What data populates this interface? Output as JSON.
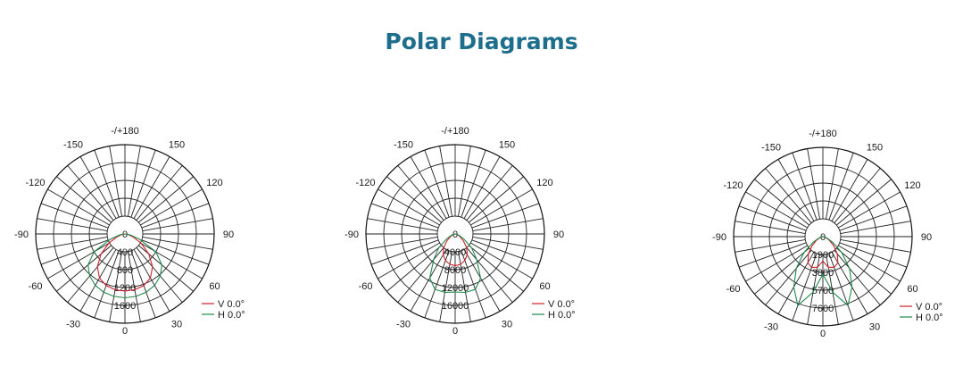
{
  "title": "Polar Diagrams",
  "colors": {
    "title": "#1d6e8c",
    "V": "#d0202a",
    "H": "#1f8a4c",
    "grid": "#222222"
  },
  "chart_data": [
    {
      "type": "polar",
      "angle_labels": [
        {
          "angle": 180,
          "text": "-/+180"
        },
        {
          "angle": -150,
          "text": "-150"
        },
        {
          "angle": 150,
          "text": "150"
        },
        {
          "angle": -120,
          "text": "-120"
        },
        {
          "angle": 120,
          "text": "120"
        },
        {
          "angle": -90,
          "text": "-90"
        },
        {
          "angle": 90,
          "text": "90"
        },
        {
          "angle": -60,
          "text": "-60"
        },
        {
          "angle": 60,
          "text": "60"
        },
        {
          "angle": -30,
          "text": "-30"
        },
        {
          "angle": 30,
          "text": "30"
        },
        {
          "angle": 0,
          "text": "0"
        }
      ],
      "radial_ticks": [
        0,
        400,
        800,
        1200,
        1600
      ],
      "rmax": 2000,
      "legend": [
        "V 0.0°",
        "H 0.0°"
      ],
      "series": [
        {
          "name": "V 0.0°",
          "angles": [
            -80,
            -70,
            -60,
            -50,
            -40,
            -30,
            -20,
            -10,
            0,
            10,
            20,
            30,
            40,
            50,
            60,
            70,
            80
          ],
          "values": [
            80,
            190,
            420,
            700,
            960,
            1140,
            1230,
            1270,
            1280,
            1270,
            1230,
            1140,
            960,
            700,
            420,
            190,
            80
          ]
        },
        {
          "name": "H 0.0°",
          "angles": [
            -80,
            -70,
            -60,
            -50,
            -40,
            -30,
            -20,
            -10,
            0,
            10,
            20,
            30,
            40,
            50,
            60,
            70,
            80
          ],
          "values": [
            120,
            350,
            800,
            1080,
            1230,
            1330,
            1390,
            1420,
            1430,
            1420,
            1390,
            1330,
            1230,
            1080,
            800,
            350,
            120
          ]
        }
      ]
    },
    {
      "type": "polar",
      "angle_labels": [
        {
          "angle": 180,
          "text": "-/+180"
        },
        {
          "angle": -150,
          "text": "-150"
        },
        {
          "angle": 150,
          "text": "150"
        },
        {
          "angle": -120,
          "text": "-120"
        },
        {
          "angle": 120,
          "text": "120"
        },
        {
          "angle": -90,
          "text": "-90"
        },
        {
          "angle": 90,
          "text": "90"
        },
        {
          "angle": -60,
          "text": "-60"
        },
        {
          "angle": 60,
          "text": "60"
        },
        {
          "angle": -30,
          "text": "-30"
        },
        {
          "angle": 30,
          "text": "30"
        },
        {
          "angle": 0,
          "text": "0"
        }
      ],
      "radial_ticks": [
        0,
        4000,
        8000,
        12000,
        16000
      ],
      "rmax": 20000,
      "legend": [
        "V 0.0°",
        "H 0.0°"
      ],
      "series": [
        {
          "name": "V 0.0°",
          "angles": [
            -80,
            -70,
            -60,
            -50,
            -40,
            -30,
            -20,
            -10,
            0,
            10,
            20,
            30,
            40,
            50,
            60,
            70,
            80
          ],
          "values": [
            300,
            700,
            1300,
            2400,
            4000,
            5400,
            6300,
            6900,
            7100,
            6900,
            6300,
            5400,
            4000,
            2400,
            1300,
            700,
            300
          ]
        },
        {
          "name": "H 0.0°",
          "angles": [
            -80,
            -70,
            -60,
            -50,
            -40,
            -30,
            -20,
            -10,
            0,
            10,
            20,
            30,
            40,
            50,
            60,
            70,
            80
          ],
          "values": [
            400,
            1000,
            2200,
            4800,
            7500,
            11400,
            13200,
            13300,
            13000,
            13300,
            13200,
            11400,
            7500,
            4800,
            2200,
            1000,
            400
          ]
        }
      ]
    },
    {
      "type": "polar",
      "angle_labels": [
        {
          "angle": 180,
          "text": "-/+180"
        },
        {
          "angle": -150,
          "text": "-150"
        },
        {
          "angle": 150,
          "text": "150"
        },
        {
          "angle": -120,
          "text": "-120"
        },
        {
          "angle": 120,
          "text": "120"
        },
        {
          "angle": -90,
          "text": "-90"
        },
        {
          "angle": 90,
          "text": "90"
        },
        {
          "angle": -60,
          "text": "-60"
        },
        {
          "angle": 60,
          "text": "60"
        },
        {
          "angle": -30,
          "text": "-30"
        },
        {
          "angle": 30,
          "text": "30"
        },
        {
          "angle": 0,
          "text": "0"
        }
      ],
      "radial_ticks": [
        0,
        1900,
        3800,
        5700,
        7600
      ],
      "radial_tick_labels": [
        "0",
        "1900",
        "3800",
        "5700",
        "7600"
      ],
      "rmax": 9500,
      "legend": [
        "V 0.0°",
        "H 0.0°"
      ],
      "series": [
        {
          "name": "V 0.0°",
          "angles": [
            -80,
            -70,
            -60,
            -50,
            -40,
            -30,
            -20,
            -10,
            0,
            10,
            20,
            30,
            40,
            50,
            60,
            70,
            80
          ],
          "values": [
            150,
            380,
            800,
            1500,
            2400,
            3200,
            3500,
            3300,
            2600,
            3300,
            3500,
            3200,
            2400,
            1500,
            800,
            380,
            150
          ]
        },
        {
          "name": "H 0.0°",
          "angles": [
            -80,
            -70,
            -60,
            -50,
            -40,
            -30,
            -20,
            -10,
            0,
            10,
            20,
            30,
            40,
            50,
            60,
            70,
            80
          ],
          "values": [
            200,
            500,
            1200,
            2600,
            4400,
            6200,
            7800,
            6000,
            4000,
            6000,
            7800,
            6200,
            4400,
            2600,
            1200,
            500,
            200
          ]
        }
      ]
    }
  ]
}
